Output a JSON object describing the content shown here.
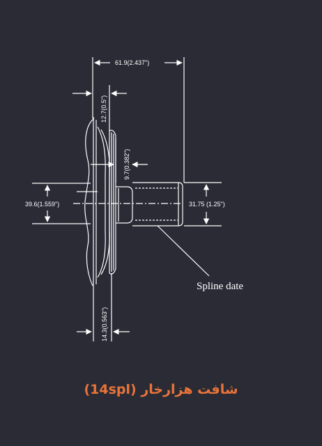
{
  "dimensions": {
    "overall_length": "61.9(2.437\")",
    "flange_thickness": "12.7(0.5\")",
    "shoulder": "9.7(0.382\")",
    "pilot_diameter": "39.6(1.559\")",
    "spline_diameter": "31.75 (1.25\")",
    "bottom_width": "14.3(0.563\")"
  },
  "callout": {
    "spline_label": "Spline date"
  },
  "caption": {
    "title": "شافت هزارخار (14spl)"
  },
  "colors": {
    "background": "#2a2b35",
    "lines": "#ffffff",
    "caption": "#e9743a"
  }
}
